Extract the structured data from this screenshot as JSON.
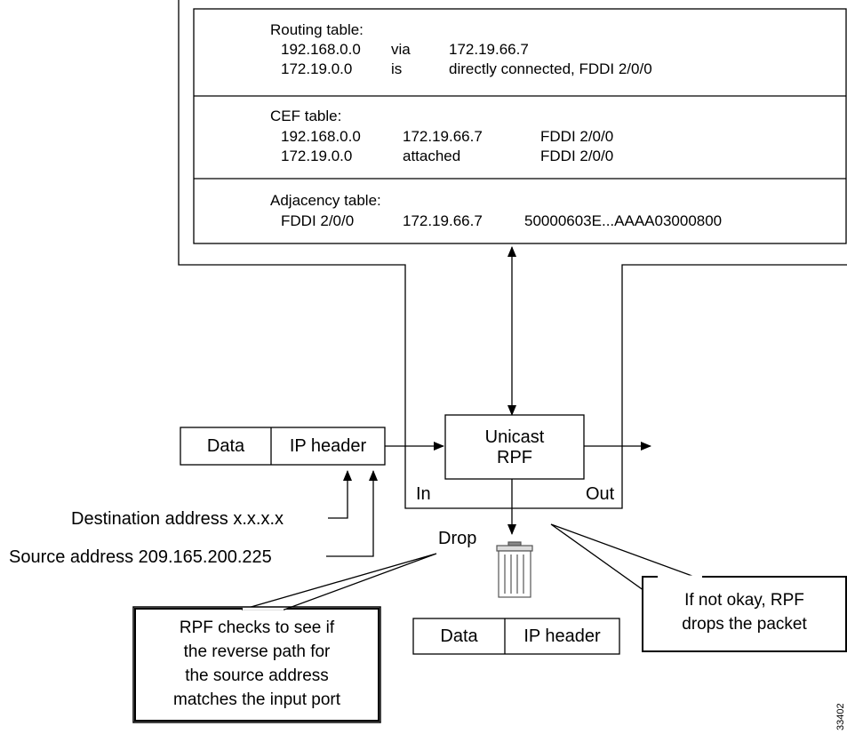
{
  "routing_table": {
    "title": "Routing table:",
    "rows": [
      {
        "c1": "192.168.0.0",
        "c2": "via",
        "c3": "172.19.66.7"
      },
      {
        "c1": "172.19.0.0",
        "c2": "is",
        "c3": "directly connected, FDDI 2/0/0"
      }
    ]
  },
  "cef_table": {
    "title": "CEF table:",
    "rows": [
      {
        "c1": "192.168.0.0",
        "c2": "172.19.66.7",
        "c3": "FDDI 2/0/0"
      },
      {
        "c1": "172.19.0.0",
        "c2": "attached",
        "c3": "FDDI 2/0/0"
      }
    ]
  },
  "adjacency_table": {
    "title": "Adjacency table:",
    "rows": [
      {
        "c1": "FDDI 2/0/0",
        "c2": "172.19.66.7",
        "c3": "50000603E...AAAA03000800"
      }
    ]
  },
  "incoming_packet": {
    "data": "Data",
    "header": "IP header"
  },
  "rpf_box": {
    "line1": "Unicast",
    "line2": "RPF"
  },
  "ports": {
    "in": "In",
    "out": "Out"
  },
  "drop_label": "Drop",
  "addresses": {
    "destination": "Destination address x.x.x.x",
    "source": "Source address 209.165.200.225"
  },
  "callout_left": [
    "RPF checks to see if",
    "the reverse path for",
    "the source address",
    "matches the input port"
  ],
  "callout_right": [
    "If not okay, RPF",
    "drops the packet"
  ],
  "dropped_packet": {
    "data": "Data",
    "header": "IP header"
  },
  "figure_id": "33402"
}
